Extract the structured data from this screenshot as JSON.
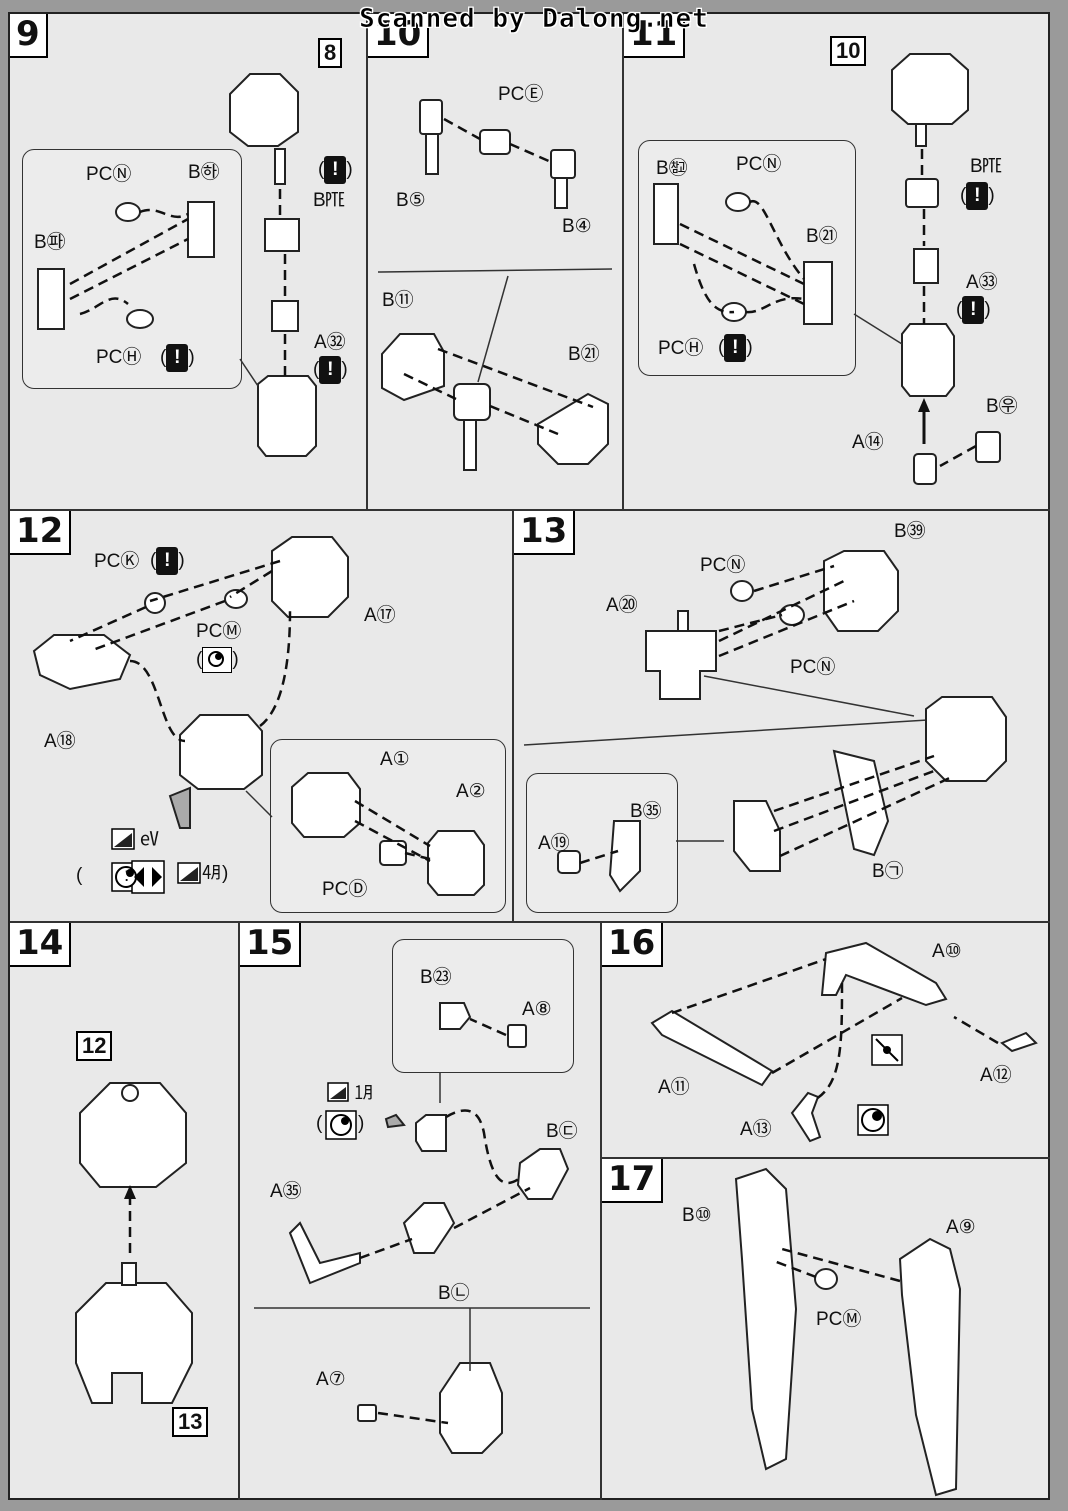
{
  "watermark": "Scanned by Dalong.net",
  "steps": {
    "s9": {
      "num": "9",
      "ref": "8",
      "labels": {
        "pcn": "PCⓃ",
        "b27": "B㉻",
        "b24": "B㉐",
        "b26": "B㉺",
        "a32": "A㉜",
        "pch": "PCⒽ"
      }
    },
    "s10": {
      "num": "10",
      "labels": {
        "pce": "PCⒺ",
        "b5": "B⑤",
        "b4": "B④",
        "b19": "B⑪",
        "b21": "B㉑"
      }
    },
    "s11": {
      "num": "11",
      "ref": "10",
      "labels": {
        "b28": "B㉼",
        "pcn": "PCⓃ",
        "b25": "B㉑",
        "pch": "PCⒽ",
        "b24": "B㉐",
        "a33": "A㉝",
        "b29": "B㉾",
        "a14": "A⑭"
      }
    },
    "s12": {
      "num": "12",
      "labels": {
        "pck": "PCⓀ",
        "pcm": "PCⓂ",
        "a17": "A⑰",
        "a18": "A⑱",
        "a1": "A①",
        "a2": "A②",
        "pcd": "PCⒹ",
        "o": "㋎",
        "e": "㋃"
      }
    },
    "s13": {
      "num": "13",
      "labels": {
        "pcn1": "PCⓃ",
        "b39": "B㊴",
        "a20": "A⑳",
        "pcn2": "PCⓃ",
        "b31": "B㉟",
        "a19": "A⑲",
        "b32": "B㉠"
      }
    },
    "s14": {
      "num": "14",
      "ref_top": "12",
      "ref_bottom": "13"
    },
    "s15": {
      "num": "15",
      "labels": {
        "b23": "B㉓",
        "a8": "A⑧",
        "i": "㋀",
        "b34": "B㉢",
        "a31": "A㉟",
        "b33": "B㉡",
        "a7": "A⑦"
      }
    },
    "s16": {
      "num": "16",
      "labels": {
        "a10": "A⑩",
        "a11": "A⑪",
        "a12": "A⑫",
        "a13": "A⑬"
      }
    },
    "s17": {
      "num": "17",
      "labels": {
        "b10": "B⑩",
        "a9": "A⑨",
        "pcm": "PCⓂ"
      }
    }
  },
  "paren_open": "(",
  "paren_close": ")",
  "warning_mark": "!",
  "colon": ":"
}
